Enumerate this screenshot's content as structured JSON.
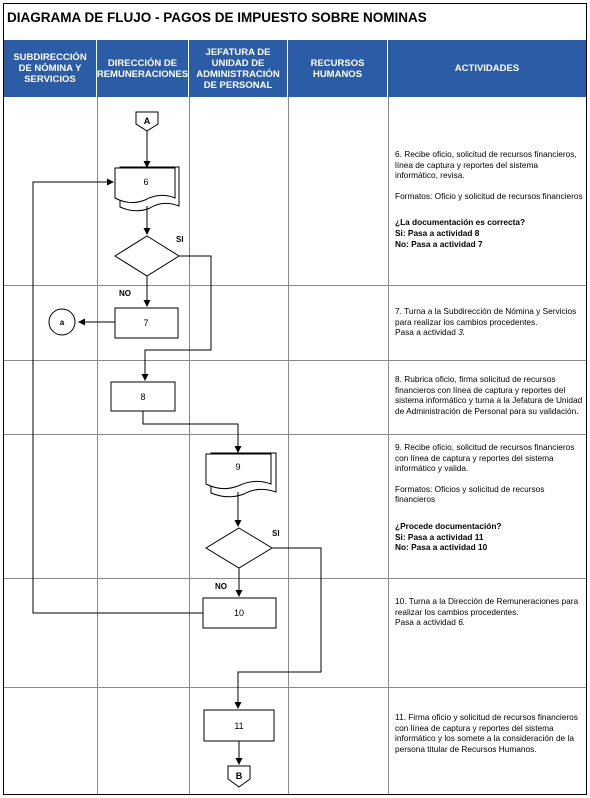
{
  "title": "DIAGRAMA DE FLUJO - PAGOS DE IMPUESTO SOBRE NOMINAS",
  "columns": [
    "SUBDIRECCIÓN DE NÓMINA Y SERVICIOS",
    "DIRECCIÓN DE REMUNERACIONES",
    "JEFATURA DE UNIDAD DE ADMINISTRACIÓN DE PERSONAL",
    "RECURSOS HUMANOS",
    "ACTIVIDADES"
  ],
  "connectors": {
    "start": "A",
    "end": "B",
    "offpage": "a"
  },
  "nodes": {
    "n6": "6",
    "n7": "7",
    "n8": "8",
    "n9": "9",
    "n10": "10",
    "n11": "11"
  },
  "branch_labels": {
    "si": "SI",
    "no": "NO"
  },
  "activities": {
    "a6": {
      "text": "6. Recibe oficio, solicitud de recursos financieros, línea de captura y reportes del sistema informático, revisa.",
      "formats": "Formatos: Oficio y solicitud de recursos financieros",
      "question": "¿La documentación es correcta?",
      "yes": "Si: Pasa a actividad 8",
      "no": "No: Pasa a actividad 7"
    },
    "a7": {
      "text": "7. Turna a la Subdirección de Nómina y Servicios para realizar los cambios procedentes.",
      "next_prefix": "Pasa a actividad ",
      "next_num": "3."
    },
    "a8": {
      "text": "8. Rubrica oficio, firma solicitud de recursos financieros con línea de captura y reportes del sistema informático y turna a la Jefatura de Unidad de Administración de Personal para su validación."
    },
    "a9": {
      "text": "9. Recibe oficio, solicitud de recursos financieros con línea de captura y reportes del sistema informático y valida.",
      "formats": "Formatos: Oficios y solicitud de recursos financieros",
      "question": "¿Procede documentación?",
      "yes": "Si: Pasa a actividad 11",
      "no": "No: Pasa a actividad 10"
    },
    "a10": {
      "text": "10. Turna a la Dirección de Remuneraciones para realizar los cambios procedentes.",
      "next_prefix": "Pasa a actividad ",
      "next_num": "6."
    },
    "a11": {
      "text": "11. Firma oficio y solicitud de recursos financieros con línea de captura y reportes del sistema informático y los somete a la consideración de la persona titular de Recursos Humanos."
    }
  }
}
